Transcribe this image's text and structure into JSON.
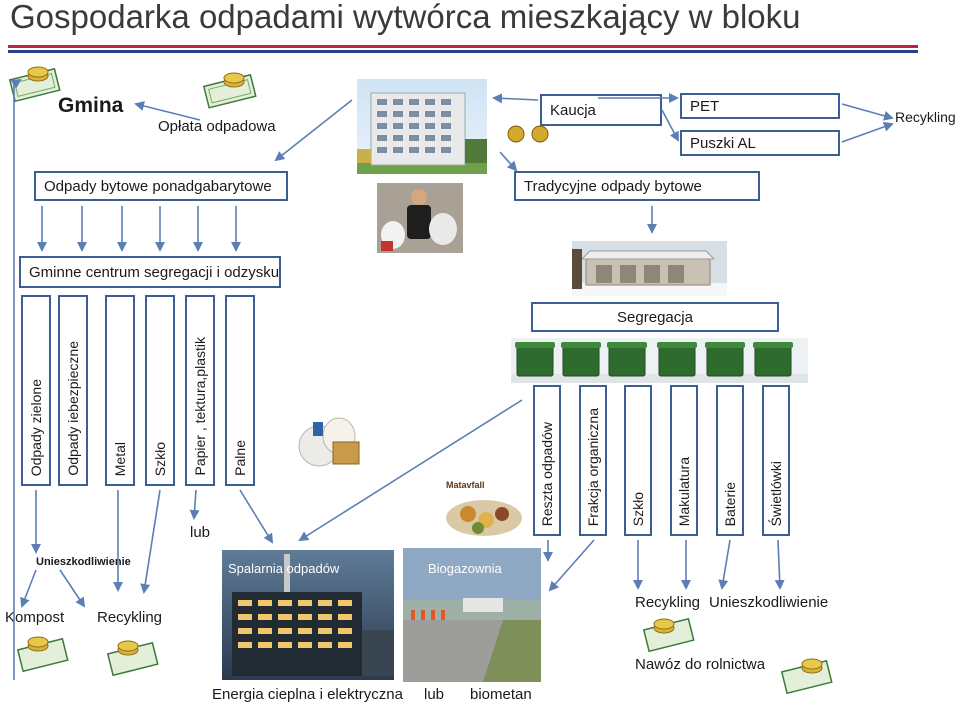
{
  "title": "Gospodarka odpadami wytwórca mieszkający w bloku",
  "top": {
    "gmina": "Gmina",
    "oplata": "Opłata odpadowa",
    "kaucja": "Kaucja",
    "pet": "PET",
    "puszki": "Puszki AL",
    "recykling": "Recykling"
  },
  "row2": {
    "ponadgabarytowe": "Odpady  bytowe  ponadgabarytowe",
    "tradycyjne": "Tradycyjne odpady bytowe"
  },
  "centrum": "Gminne centrum segregacji i odzysku",
  "segregacja": "Segregacja",
  "left_columns": [
    "Odpady zielone",
    "Odpady iebezpieczne",
    "Metal",
    "Szkło",
    "Papier , tektura,plastik",
    "Palne"
  ],
  "right_columns": [
    "Reszta  odpadów",
    "Frakcja organiczna",
    "Szkło",
    "Makulatura",
    "Baterie",
    "Świetlówki"
  ],
  "lub1": "lub",
  "unieszkodliwienie_small": "Unieszkodliwienie",
  "kompost": "Kompost",
  "recykling_left": "Recykling",
  "spalarnia": "Spalarnia odpadów",
  "biogazownia": "Biogazownia",
  "matavfall": "Matavfall",
  "recykling_right": "Recykling",
  "unieszkodliwienie_right": "Unieszkodliwienie",
  "nawoz": "Nawóz do rolnictwa",
  "energia": "Energia cieplna i elektryczna",
  "lub2": "lub",
  "biometan": "biometan",
  "colors": {
    "box_border": "#3b5e94",
    "arrow": "#5b7fb4",
    "rule_red": "#c0243a",
    "rule_blue": "#2c3b8a",
    "bin": "#2f6b2f"
  }
}
